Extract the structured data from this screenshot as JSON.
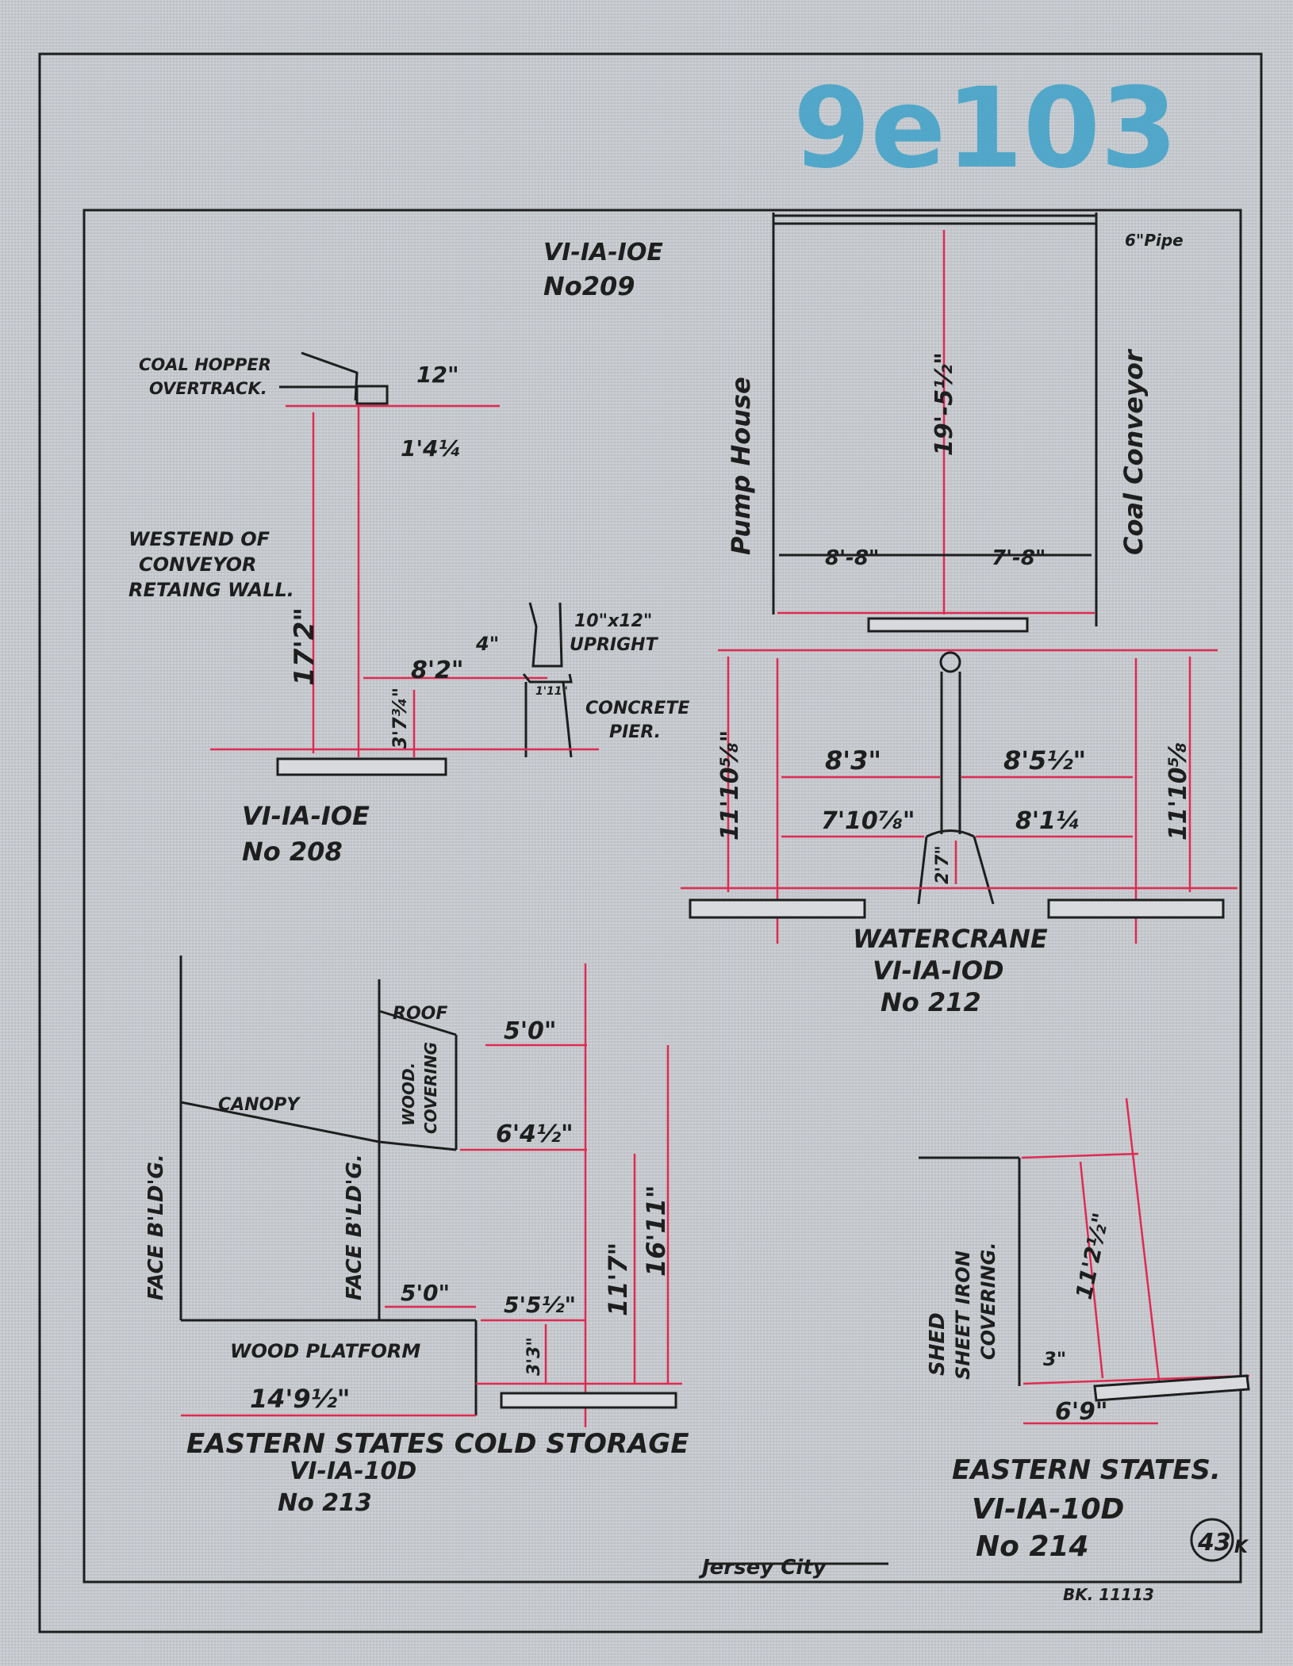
{
  "stamp": "9e103",
  "top_right": "6\"Pipe",
  "d209": {
    "code": "VI-IA-IOE",
    "no": "No209",
    "hopper": [
      "COAL HOPPER",
      "OVERTRACK."
    ],
    "wall": [
      "WESTEND OF",
      "CONVEYOR",
      "RETAING WALL."
    ],
    "dims": [
      "12\"",
      "1'4¼",
      "17'2\"",
      "8'2\"",
      "4\"",
      "3'7¾\"",
      "1'11\""
    ],
    "upright": [
      "10\"x12\"",
      "UPRIGHT"
    ],
    "pier": [
      "CONCRETE",
      "PIER."
    ]
  },
  "d208": {
    "code": "VI-IA-IOE",
    "no": "No 208"
  },
  "pump": {
    "left": "Pump House",
    "right": "Coal Conveyor",
    "dims": [
      "19'-5½\"",
      "8'-8\"",
      "7'-8\""
    ]
  },
  "d212": {
    "title": "WATERCRANE",
    "code": "VI-IA-IOD",
    "no": "No 212",
    "dims": [
      "11'10⅝\"",
      "8'3\"",
      "8'5½\"",
      "7'10⅞\"",
      "8'1¼",
      "11'10⅝",
      "2'7\""
    ]
  },
  "d213": {
    "face1": "FACE B'LD'G.",
    "face2": "FACE B'LD'G.",
    "roof": "ROOF",
    "wood": [
      "WOOD.",
      "COVERING"
    ],
    "canopy": "CANOPY",
    "platform": "WOOD PLATFORM",
    "dims": [
      "5'0\"",
      "6'4½\"",
      "11'7\"",
      "16'11\"",
      "5'0\"",
      "5'5½\"",
      "3'3\"",
      "14'9½\""
    ],
    "title": "EASTERN STATES COLD STORAGE",
    "code": "VI-IA-10D",
    "no": "No 213"
  },
  "d214": {
    "shed": [
      "SHED",
      "SHEET IRON",
      "COVERING."
    ],
    "dims": [
      "11'2½\"",
      "3\"",
      "6'9\""
    ],
    "title": "EASTERN STATES.",
    "code": "VI-IA-10D",
    "no": "No 214"
  },
  "footer": {
    "city": "Jersey City",
    "book": "BK. 11113",
    "page": "43",
    "suffix": "K"
  }
}
